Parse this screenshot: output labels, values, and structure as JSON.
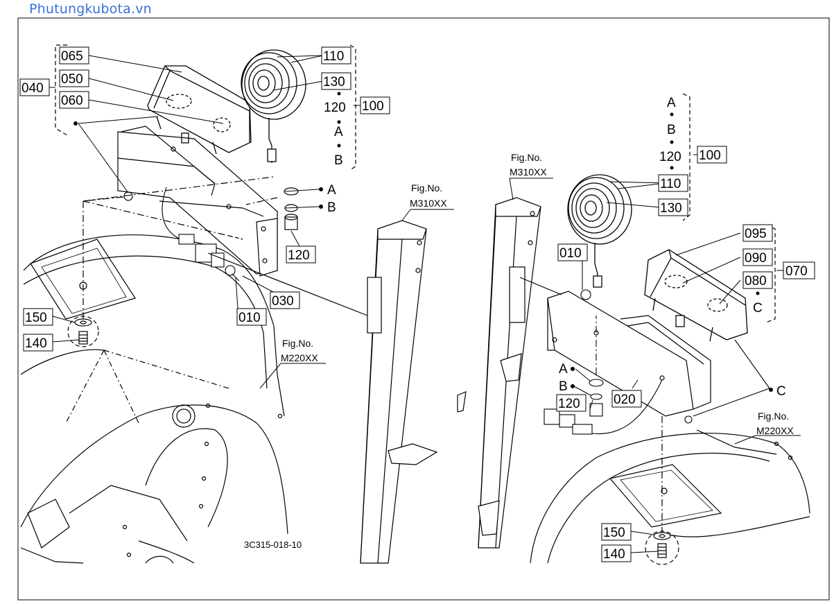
{
  "watermark": "Phutungkubota.vn",
  "diagram_code": "3C315-018-10",
  "left_assembly": {
    "group_label": "040",
    "parts": [
      "065",
      "050",
      "060"
    ],
    "lamp_parts": [
      "110",
      "130"
    ],
    "lamp_sub": [
      "120",
      "A",
      "B"
    ],
    "lamp_group": "100",
    "hardware_labels": {
      "a": "A",
      "b": "B"
    },
    "nut": "120",
    "bolt": "010",
    "bracket": "030",
    "mount_washer": "150",
    "mount_bolt": "140"
  },
  "right_assembly": {
    "lamp_sub": [
      "A",
      "B",
      "120"
    ],
    "lamp_group": "100",
    "lamp_parts": [
      "110",
      "130"
    ],
    "bolt": "010",
    "group_label": "070",
    "parts": [
      "095",
      "090",
      "080"
    ],
    "sub_c": "C",
    "hardware_labels": {
      "a": "A",
      "b": "B"
    },
    "nut": "120",
    "bracket": "020",
    "c_marker": "C",
    "mount_washer": "150",
    "mount_bolt": "140"
  },
  "fig_refs": {
    "m310_left": {
      "line1": "Fig.No.",
      "line2": "M310XX"
    },
    "m310_right": {
      "line1": "Fig.No.",
      "line2": "M310XX"
    },
    "m220_left": {
      "line1": "Fig.No.",
      "line2": "M220XX"
    },
    "m220_right": {
      "line1": "Fig.No.",
      "line2": "M220XX"
    }
  }
}
